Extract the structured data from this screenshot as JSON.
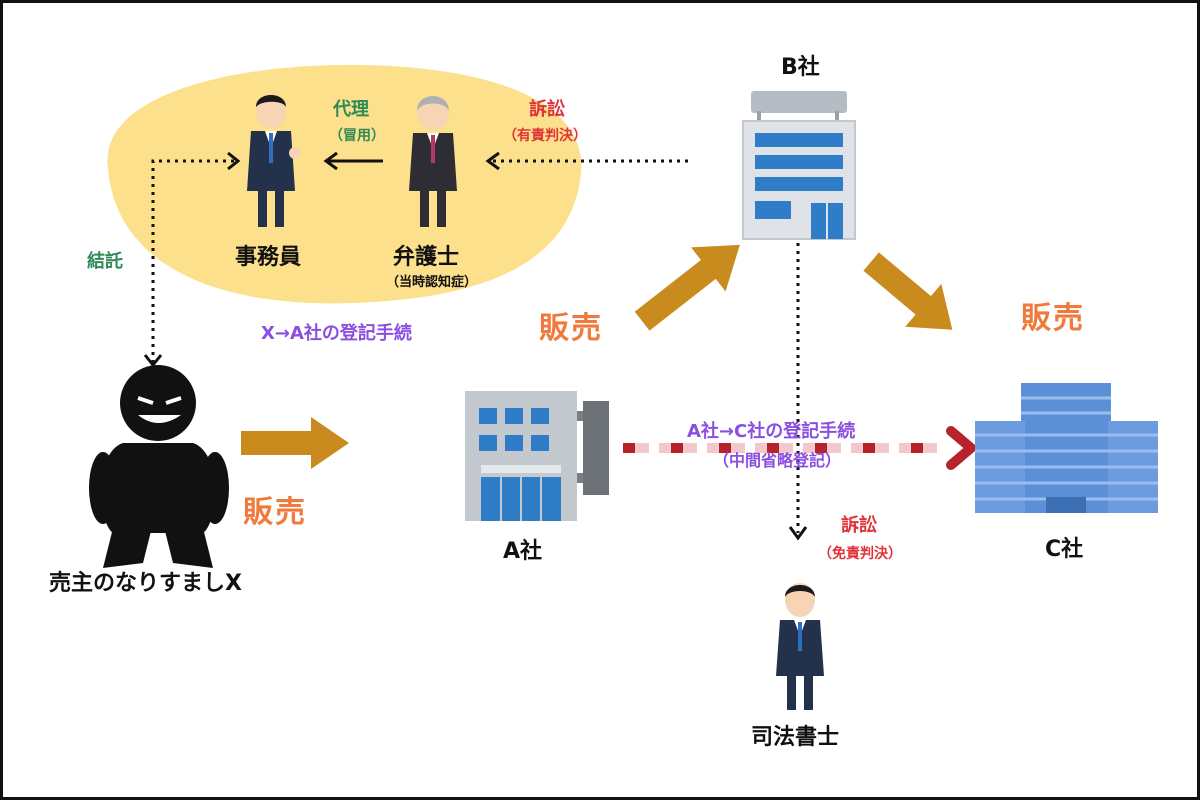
{
  "labels": {
    "company_b": "B社",
    "company_a": "A社",
    "company_c": "C社",
    "clerk": "事務員",
    "lawyer": "弁護士",
    "lawyer_note": "（当時認知症）",
    "agency": "代理",
    "agency_note": "（冒用）",
    "lawsuit_top": "訴訟",
    "lawsuit_top_note": "（有責判決）",
    "collusion": "結託",
    "x_to_a": "X→A社の登記手続",
    "sell_1": "販売",
    "sell_2": "販売",
    "sell_3": "販売",
    "impostor": "売主のなりすましX",
    "a_to_c": "A社→C社の登記手続",
    "a_to_c_note": "（中間省略登記）",
    "lawsuit_bottom": "訴訟",
    "lawsuit_bottom_note": "（免責判決）",
    "scrivener": "司法書士"
  },
  "colors": {
    "highlight": "#fde08b",
    "sell_arrow": "#c98a1e",
    "dotted_red": "#b8232b",
    "dotted_pink": "#f3c8cc",
    "green": "#2e8b57",
    "red": "#e0333a",
    "purple": "#8a4fe0",
    "orange": "#f07a3c"
  }
}
